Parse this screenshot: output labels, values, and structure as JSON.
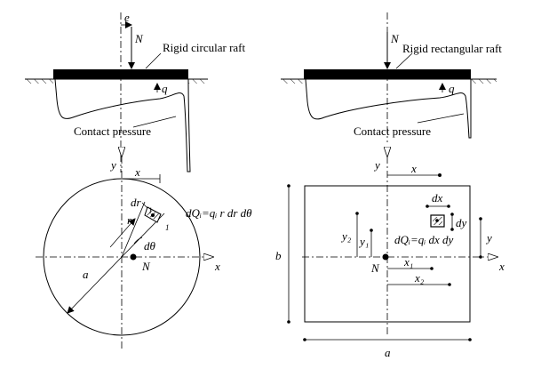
{
  "left_figure": {
    "raft_label": "Rigid circular raft",
    "pressure_label": "Contact pressure",
    "load_label": "N",
    "eccentricity_label": "e",
    "pressure_symbol": "q",
    "plan": {
      "y_axis": "y",
      "x_axis": "x",
      "x_dim": "x",
      "radius": "a",
      "r_label": "r",
      "dr_label": "dr",
      "dtheta_label": "dθ",
      "element_index": "i",
      "element_ray_label": "1",
      "load_point": "N",
      "formula": "dQᵢ=qᵢ r dr dθ"
    }
  },
  "right_figure": {
    "raft_label": "Rigid rectangular raft",
    "pressure_label": "Contact pressure",
    "load_label": "N",
    "pressure_symbol": "q",
    "plan": {
      "y_axis": "y",
      "x_axis": "x",
      "x_dim": "x",
      "dx_label": "dx",
      "dy_label": "dy",
      "y_dim": "y",
      "y2_label": "y₂",
      "y1_label": "y₁",
      "x1_label": "x₁",
      "x2_label": "x₂",
      "load_point": "N",
      "formula": "dQᵢ=qᵢ dx dy",
      "width_label": "a",
      "height_label": "b"
    }
  }
}
